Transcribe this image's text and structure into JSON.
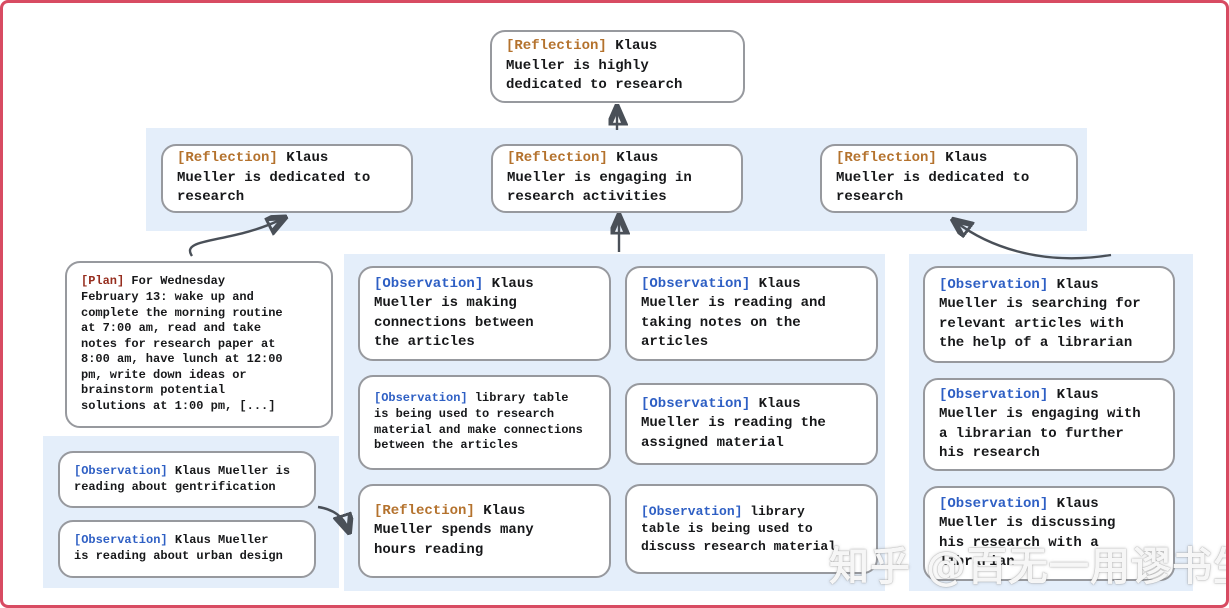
{
  "colors": {
    "frame": "#d84b62",
    "panel": "#e4eefa",
    "box_border": "#97999e",
    "reflection": "#b4722d",
    "observation": "#2e5fc4",
    "plan": "#962d1e",
    "arrow": "#4a5058"
  },
  "watermark": "知乎 @百无一用谬书生",
  "nodes": {
    "top": {
      "label": "[Reflection]",
      "text": "Klaus\nMueller is highly\ndedicated to research"
    },
    "row2": [
      {
        "label": "[Reflection]",
        "text": "Klaus\nMueller is dedicated to\nresearch"
      },
      {
        "label": "[Reflection]",
        "text": "Klaus\nMueller is engaging in\nresearch activities"
      },
      {
        "label": "[Reflection]",
        "text": "Klaus\nMueller is dedicated to\nresearch"
      }
    ],
    "plan": {
      "label": "[Plan]",
      "text": "For Wednesday\nFebruary 13: wake up and\ncomplete the morning routine\nat 7:00 am, read and take\nnotes for research paper at\n8:00 am, have lunch at 12:00\npm, write down ideas or\nbrainstorm potential\nsolutions at 1:00 pm, [...]"
    },
    "left": [
      {
        "label": "[Observation]",
        "text": "Klaus Mueller is\nreading about gentrification"
      },
      {
        "label": "[Observation]",
        "text": "Klaus Mueller\nis reading about urban design"
      }
    ],
    "mid_left": [
      {
        "label": "[Observation]",
        "text": "Klaus\nMueller is making\nconnections between\nthe articles"
      },
      {
        "label": "[Observation]",
        "text": "library table\nis being used to research\nmaterial and make connections\nbetween the articles"
      },
      {
        "label": "[Reflection]",
        "text": "Klaus\nMueller spends many\nhours reading"
      }
    ],
    "mid_right": [
      {
        "label": "[Observation]",
        "text": "Klaus\nMueller is reading and\ntaking notes on the\narticles"
      },
      {
        "label": "[Observation]",
        "text": "Klaus\nMueller is reading the\nassigned material"
      },
      {
        "label": "[Observation]",
        "text": "library\ntable is being used to\ndiscuss research material"
      }
    ],
    "right": [
      {
        "label": "[Observation]",
        "text": "Klaus\nMueller is searching for\nrelevant articles with\nthe help of a librarian"
      },
      {
        "label": "[Observation]",
        "text": "Klaus\nMueller is engaging with\na librarian to further\nhis research"
      },
      {
        "label": "[Observation]",
        "text": "Klaus\nMueller is discussing\nhis research with a\nlibrarian"
      }
    ]
  }
}
